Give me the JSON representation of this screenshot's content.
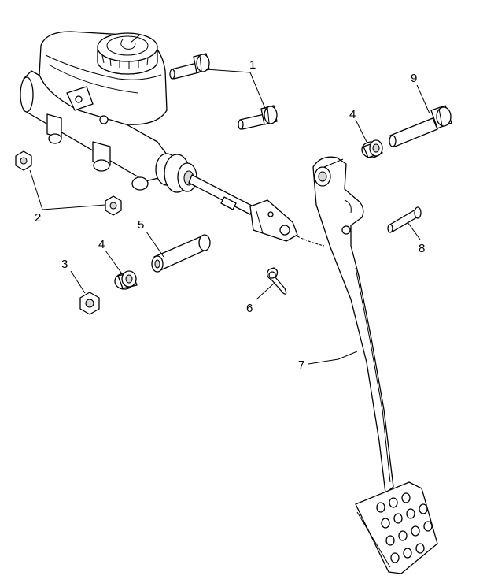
{
  "callouts": {
    "c1": "1",
    "c2": "2",
    "c3": "3",
    "c4a": "4",
    "c4b": "4",
    "c5": "5",
    "c6": "6",
    "c7": "7",
    "c8": "8",
    "c9": "9"
  },
  "colors": {
    "line": "#000000",
    "background": "#ffffff",
    "shade": "#d9d9d9"
  }
}
